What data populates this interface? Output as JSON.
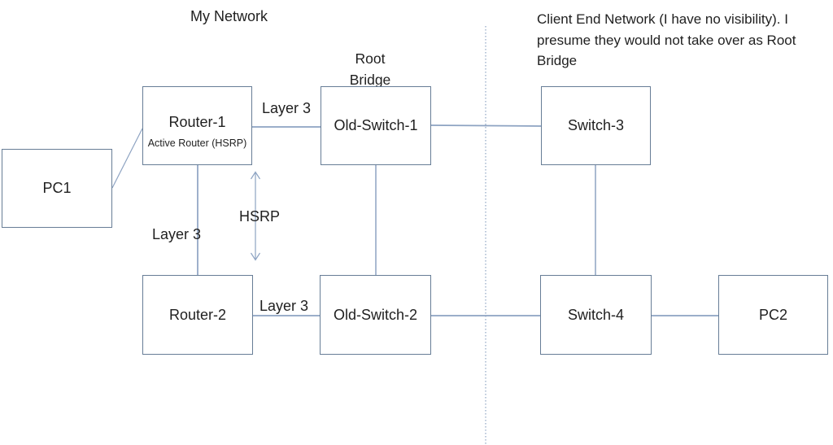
{
  "colors": {
    "text": "#1f1f1f",
    "box_border": "#677d96",
    "connector": "#8da3c2",
    "divider": "#9aa1af",
    "arrow": "#93a2c6"
  },
  "titles": {
    "my_network": "My Network",
    "client_note_lines": [
      "Client End Network (I have no visibility). I",
      "presume they would not take over as Root",
      "Bridge"
    ]
  },
  "annotations": {
    "root_bridge_lines": [
      "Root",
      "Bridge"
    ],
    "hsrp": "HSRP"
  },
  "edge_labels": {
    "layer3_r1_os1": "Layer 3",
    "layer3_r1_r2": "Layer 3",
    "layer3_r2_os2": "Layer 3"
  },
  "nodes": {
    "pc1": {
      "label": "PC1"
    },
    "router1": {
      "label": "Router-1",
      "sublabel": "Active Router (HSRP)"
    },
    "router2": {
      "label": "Router-2"
    },
    "old_switch1": {
      "label": "Old-Switch-1"
    },
    "old_switch2": {
      "label": "Old-Switch-2"
    },
    "switch3": {
      "label": "Switch-3"
    },
    "switch4": {
      "label": "Switch-4"
    },
    "pc2": {
      "label": "PC2"
    }
  },
  "connections": [
    {
      "from": "PC1",
      "to": "Router-1",
      "label": ""
    },
    {
      "from": "Router-1",
      "to": "Old-Switch-1",
      "label": "Layer 3"
    },
    {
      "from": "Router-1",
      "to": "Router-2",
      "label": "Layer 3"
    },
    {
      "from": "Router-1",
      "to": "Router-2",
      "label": "HSRP",
      "style": "double-arrow"
    },
    {
      "from": "Old-Switch-1",
      "to": "Switch-3",
      "label": ""
    },
    {
      "from": "Old-Switch-1",
      "to": "Old-Switch-2",
      "label": ""
    },
    {
      "from": "Router-2",
      "to": "Old-Switch-2",
      "label": "Layer 3"
    },
    {
      "from": "Old-Switch-2",
      "to": "Switch-4",
      "label": ""
    },
    {
      "from": "Switch-3",
      "to": "Switch-4",
      "label": ""
    },
    {
      "from": "Switch-4",
      "to": "PC2",
      "label": ""
    }
  ]
}
